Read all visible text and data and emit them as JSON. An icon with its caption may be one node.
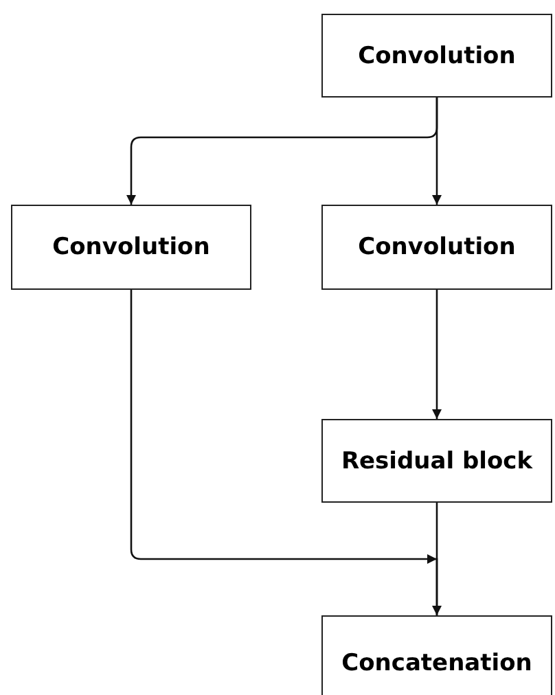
{
  "diagram": {
    "nodes": [
      {
        "text": [
          "Convolution"
        ]
      },
      {
        "text": [
          "Convolution"
        ]
      },
      {
        "text": [
          "Convolution"
        ]
      },
      {
        "text": [
          "Residual block"
        ]
      },
      {
        "text": [
          "Concatenation"
        ]
      }
    ],
    "edges": [
      {
        "from": 0,
        "to": 1,
        "arrow": "to"
      },
      {
        "from": 0,
        "to": 2,
        "arrow": "to"
      },
      {
        "from": 2,
        "to": 3,
        "arrow": "to"
      },
      {
        "from": 1,
        "to": 4,
        "arrow": "to"
      },
      {
        "from": 3,
        "to": 4,
        "arrow": "to"
      }
    ]
  }
}
